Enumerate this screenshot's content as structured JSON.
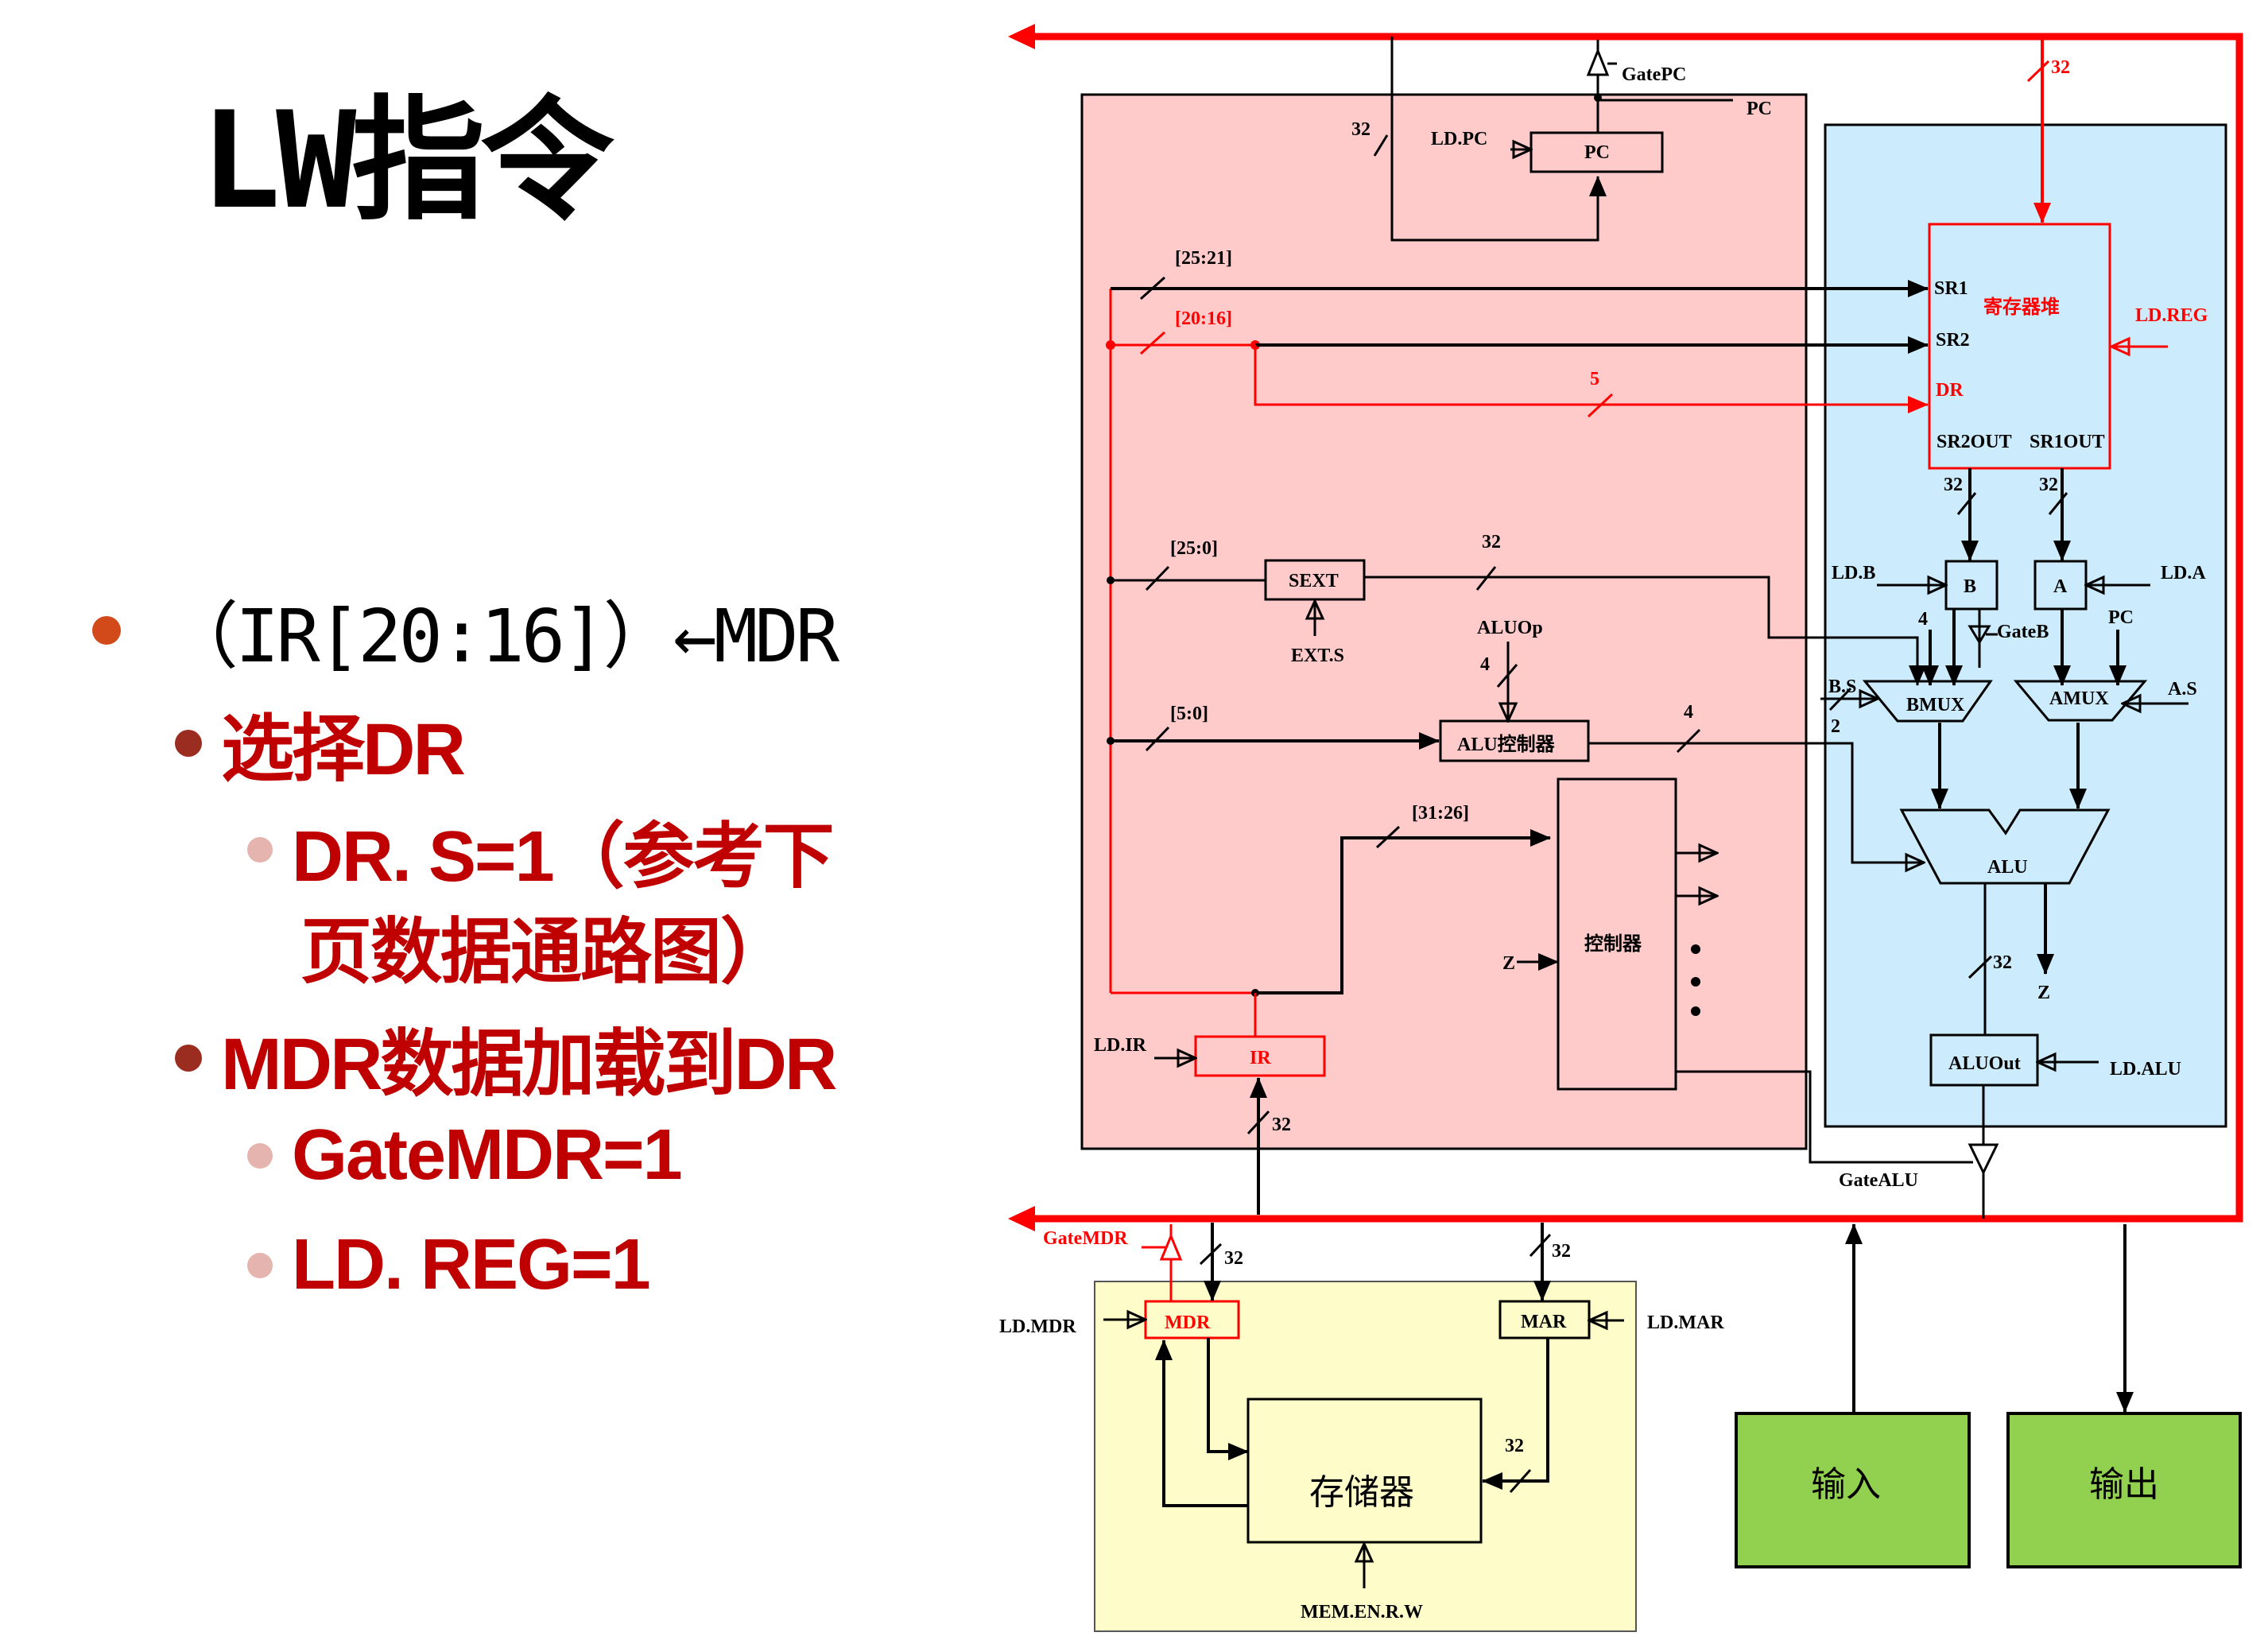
{
  "slide": {
    "title": "LW指令",
    "bullets": {
      "main": "（IR[20:16]）←MDR",
      "select_dr": "选择DR",
      "dr_s_line1": "DR. S=1（参考下",
      "dr_s_line2": "页数据通路图）",
      "load": "MDR数据加载到DR",
      "gate_mdr": "GateMDR=1",
      "ld_reg": "LD. REG=1"
    }
  },
  "colors": {
    "bus": "#FF0000",
    "highlight_text": "#C00000",
    "bullet_l1": "#D24A1A",
    "bullet_l2": "#9B2C20",
    "bullet_l3": "#E6B4AE",
    "cpu_control_region": "#FECACA",
    "datapath_region": "#CCEBFC",
    "memory_region": "#FEFDC9",
    "io_box": "#92D050"
  },
  "diagram": {
    "pc": {
      "label": "PC",
      "load": "LD.PC",
      "gate": "GatePC",
      "out_label": "PC",
      "width": "32"
    },
    "ir_fields": {
      "f25_21": "[25:21]",
      "f20_16": "[20:16]",
      "f25_0": "[25:0]",
      "f5_0": "[5:0]",
      "f31_26": "[31:26]",
      "dr_width": "5"
    },
    "sext": {
      "label": "SEXT",
      "control": "EXT.S",
      "width": "32"
    },
    "alu_ctrl": {
      "label": "ALU控制器",
      "op": "ALUOp",
      "op_width": "4",
      "out_width": "4"
    },
    "controller": {
      "label": "控制器",
      "z_in": "Z"
    },
    "ir": {
      "label": "IR",
      "load": "LD.IR",
      "width": "32"
    },
    "regfile": {
      "label": "寄存器堆",
      "sr1": "SR1",
      "sr2": "SR2",
      "dr": "DR",
      "sr2out": "SR2OUT",
      "sr1out": "SR1OUT",
      "load": "LD.REG",
      "in_width": "32",
      "out_width_b": "32",
      "out_width_a": "32"
    },
    "reg_b": {
      "label": "B",
      "load": "LD.B",
      "gate": "GateB",
      "const": "4"
    },
    "reg_a": {
      "label": "A",
      "load": "LD.A",
      "pc": "PC"
    },
    "bmux": {
      "label": "BMUX",
      "select": "B.S",
      "select_width": "2"
    },
    "amux": {
      "label": "AMUX",
      "select": "A.S"
    },
    "alu": {
      "label": "ALU",
      "out_width": "32",
      "z": "Z"
    },
    "aluout": {
      "label": "ALUOut",
      "load": "LD.ALU",
      "gate": "GateALU"
    },
    "mdr": {
      "label": "MDR",
      "load": "LD.MDR",
      "gate": "GateMDR",
      "width": "32"
    },
    "mar": {
      "label": "MAR",
      "load": "LD.MAR",
      "width": "32",
      "addr_width": "32"
    },
    "memory": {
      "label": "存储器",
      "control": "MEM.EN.R.W"
    },
    "io": {
      "input": "输入",
      "output": "输出"
    }
  }
}
